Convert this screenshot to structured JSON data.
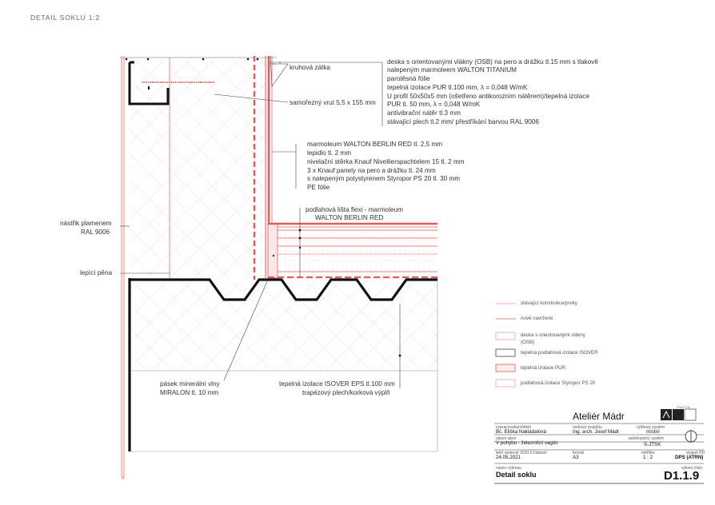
{
  "header": {
    "title": "DETAIL SOKLU 1:2"
  },
  "annotations": {
    "kruhova_zatka": "kruhová zátka",
    "vrut": "samořezný vrut 5,5 x 155 mm",
    "wall_lines": [
      "deska s orientovanými vlákny (OSB) na pero a drážku tl.15 mm s tlakově",
      "nalepeným marmoleem WALTON TITANIUM",
      "parotěsná fólie",
      "tepelná izolace PUR tl.100 mm,  λ = 0,048 W/mK",
      "U profil 50x50x5 mm (ošetřeno antikorozním nátěrem)/tepelná izolace",
      "PUR tl. 50 mm,  λ = 0,048 W/mK",
      "antivibrační nátěr tl.3 mm",
      "stávající plech tl.2 mm/ přestříkání barvou RAL 9006"
    ],
    "floor_lines": [
      "marmoleum WALTON BERLIN RED tl. 2,5 mm",
      "lepidlo tl. 2 mm",
      "nivelační stěrka Knauf Nivellierspachtelem 15 tl. 2 mm",
      "3 x Knauf panely na pero a drážku tl. 24 mm",
      "s nalepeným polystyrenem Styropor PS 20 tl. 30 mm",
      "PE fólie"
    ],
    "lista_lines": [
      "podlahová lišta flexi - marmoleum",
      "WALTON BERLIN RED"
    ],
    "nastrik_lines": [
      "nástřik plamenem",
      "RAL 9006"
    ],
    "lepici_pena": "lepící pěna",
    "pasek_lines": [
      "pásek minerální vlny",
      "MIRALON tl. 10 mm"
    ],
    "isover_lines": [
      "tepelná izolace ISOVER EPS tl.100 mm",
      "trapézový plech/korková výplň"
    ]
  },
  "legend": {
    "items": [
      {
        "label": "stávající konstrukce/prvky"
      },
      {
        "label": "nově navržené"
      },
      {
        "label": "deska s orientovanými vlákny",
        "label2": "(OSB)"
      },
      {
        "label": "tepelná podlahová izolace ISOVER"
      },
      {
        "label": "tepelná izolace PUR"
      },
      {
        "label": "podlahová izolace Styropor PS 20"
      }
    ]
  },
  "title_block": {
    "studio": "Ateliér Mádr",
    "logo_text": "ČVUT FA",
    "vypracoval_label": "vypracoval/architekt",
    "vypracoval": "Bc. Eliška Nakládalová",
    "vedouci_label": "vedoucí projektu",
    "vedouci": "Ing. arch. Josef Mádr",
    "vyskovy_label": "výškový systém",
    "vyskovy": "místní",
    "akce_label": "název akce",
    "akce": "V pohybu - železniční vagón",
    "polohopisny_label": "polohopisný systém",
    "polohopisny": "S-JTSK",
    "semestr_label": "letní semestr 2020-21/datum",
    "datum": "24.05.2021",
    "format_label": "formát",
    "format": "A3",
    "meritko_label": "měřítko",
    "meritko": "1 : 2",
    "stupen_label": "stupeň PD",
    "stupen": "DPS (ATRN)",
    "nazev_label": "název výkresu",
    "nazev": "Detail soklu",
    "cislo_label": "výkres číslo",
    "cislo": "D1.1.9"
  },
  "colors": {
    "new": "#e25a5a",
    "existing": "#111111",
    "hatch": "#e6b3b3"
  }
}
